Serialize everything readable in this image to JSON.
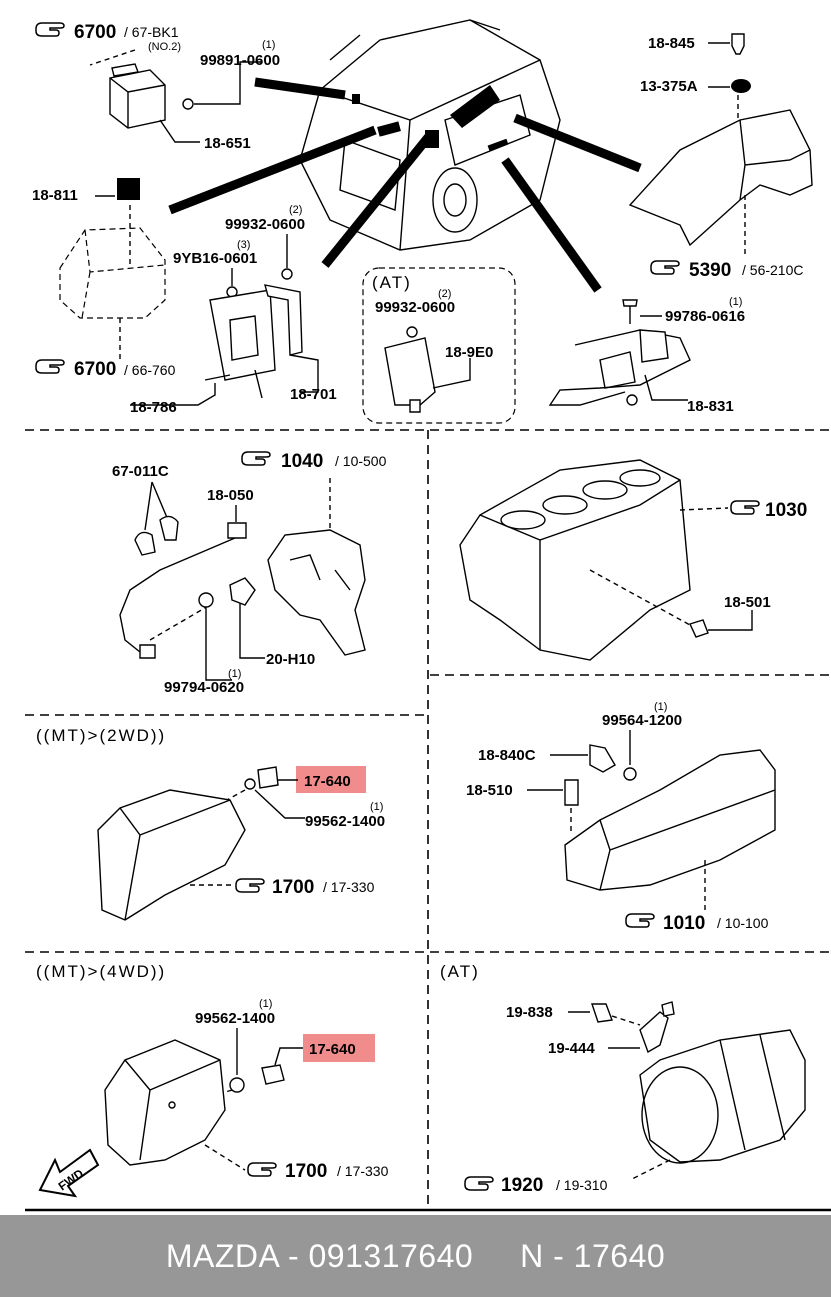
{
  "sections": {
    "at_top": "(AT)",
    "mt_2wd": "((MT)>(2WD))",
    "mt_4wd": "((MT)>(4WD))",
    "at_bottom": "(AT)"
  },
  "labels": {
    "p18_845": "18-845",
    "p13_375a": "13-375A",
    "p99891": "99891-0600",
    "p99891_qty": "(1)",
    "p18_651": "18-651",
    "p18_811": "18-811",
    "p99932_a": "99932-0600",
    "p99932_a_qty": "(2)",
    "p9yb16": "9YB16-0601",
    "p9yb16_qty": "(3)",
    "p18_786": "18-786",
    "p18_701": "18-701",
    "p99932_b": "99932-0600",
    "p99932_b_qty": "(2)",
    "p18_9e0": "18-9E0",
    "p99786": "99786-0616",
    "p99786_qty": "(1)",
    "p18_831": "18-831",
    "p67_011c": "67-011C",
    "p18_050": "18-050",
    "p20_h10": "20-H10",
    "p99794": "99794-0620",
    "p99794_qty": "(1)",
    "p18_501": "18-501",
    "p99564": "99564-1200",
    "p99564_qty": "(1)",
    "p18_840c": "18-840C",
    "p18_510": "18-510",
    "p17_640_a": "17-640",
    "p99562_a": "99562-1400",
    "p99562_a_qty": "(1)",
    "p99562_b": "99562-1400",
    "p99562_b_qty": "(1)",
    "p17_640_b": "17-640",
    "p19_838": "19-838",
    "p19_444": "19-444"
  },
  "refs": {
    "r6700_a": {
      "num": "6700",
      "sub": "/ 67-BK1",
      "note": "(NO.2)"
    },
    "r5390": {
      "num": "5390",
      "sub": "/ 56-210C"
    },
    "r6700_b": {
      "num": "6700",
      "sub": "/ 66-760"
    },
    "r1040": {
      "num": "1040",
      "sub": "/ 10-500"
    },
    "r1030": {
      "num": "1030"
    },
    "r1700_a": {
      "num": "1700",
      "sub": "/ 17-330"
    },
    "r1010": {
      "num": "1010",
      "sub": "/ 10-100"
    },
    "r1700_b": {
      "num": "1700",
      "sub": "/ 17-330"
    },
    "r1920": {
      "num": "1920",
      "sub": "/ 19-310"
    }
  },
  "arrow_text": "FWD",
  "highlight_color": "#f08c8c",
  "footer": "MAZDA - 091317640     N - 17640"
}
